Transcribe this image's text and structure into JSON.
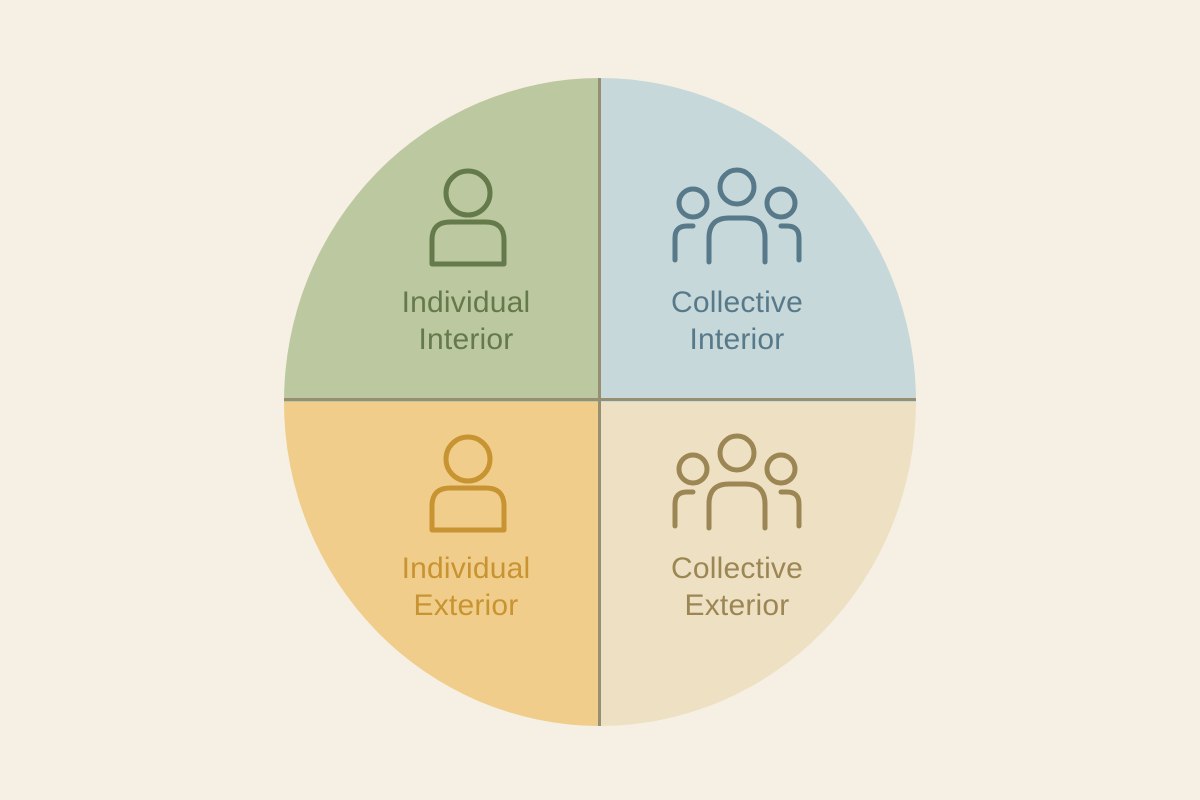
{
  "diagram": {
    "background": "#f6f0e4",
    "divider_color": "#978f72",
    "quadrants": [
      {
        "id": "individual-interior",
        "line1": "Individual",
        "line2": "Interior",
        "icon": "person-icon",
        "fill": "#bcc89f",
        "ink": "#647a4b"
      },
      {
        "id": "collective-interior",
        "line1": "Collective",
        "line2": "Interior",
        "icon": "group-icon",
        "fill": "#c6d8d9",
        "ink": "#57798a"
      },
      {
        "id": "individual-exterior",
        "line1": "Individual",
        "line2": "Exterior",
        "icon": "person-icon",
        "fill": "#f0cd8a",
        "ink": "#c89432"
      },
      {
        "id": "collective-exterior",
        "line1": "Collective",
        "line2": "Exterior",
        "icon": "group-icon",
        "fill": "#eee0c3",
        "ink": "#9b8654"
      }
    ]
  }
}
